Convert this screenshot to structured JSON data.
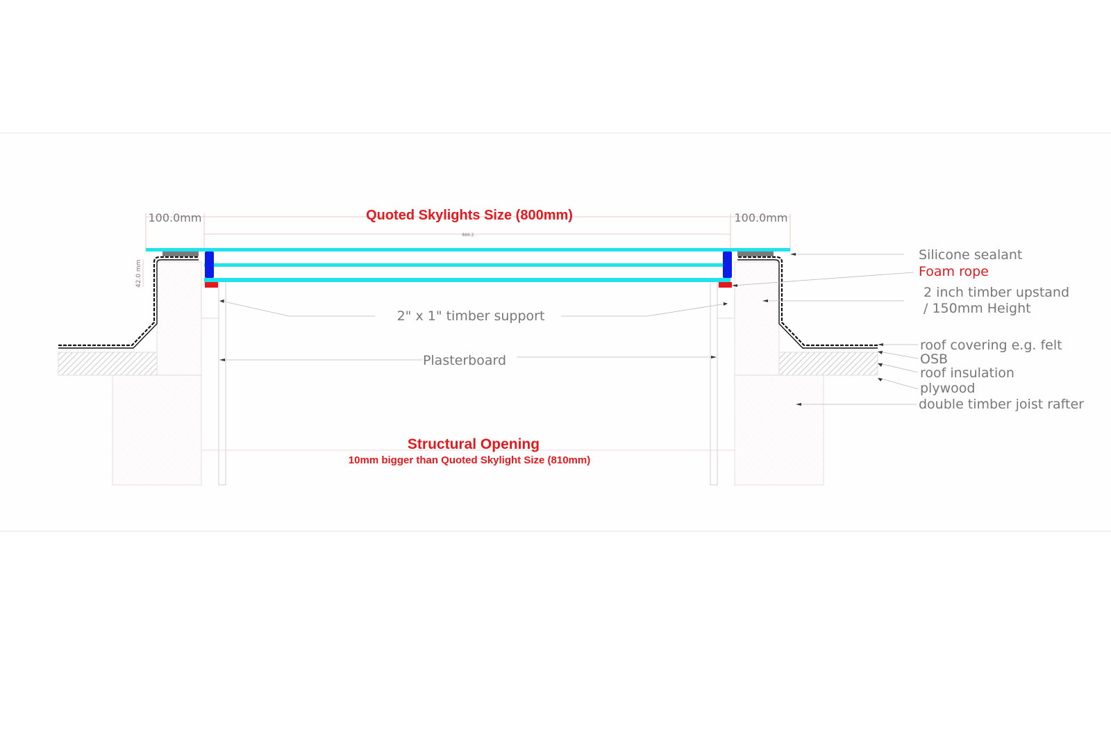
{
  "diagram": {
    "title": "Quoted Skylights Size (800mm)",
    "dim_left": "100.0mm",
    "dim_right": "100.0mm",
    "dim_small": "866.2",
    "dim_height": "42.0 mm",
    "timber_support": "2\" x 1\" timber support",
    "plasterboard": "Plasterboard",
    "opening_title": "Structural Opening",
    "opening_sub": "10mm bigger than Quoted Skylight Size (810mm)",
    "legend": {
      "silicone": "Silicone sealant",
      "foam": "Foam rope",
      "upstand_1": "2 inch timber upstand",
      "upstand_2": "/ 150mm Height",
      "roof_covering": "roof covering e.g. felt",
      "osb": "OSB",
      "roof_insulation": "roof insulation",
      "plywood": "plywood",
      "joist": "double timber joist rafter"
    }
  },
  "colors": {
    "glass": "#1ee3ea",
    "seal_blue": "#0a1de8",
    "foam_red": "#e4191d",
    "label_grey": "#777777",
    "title_red": "#e4191d"
  }
}
